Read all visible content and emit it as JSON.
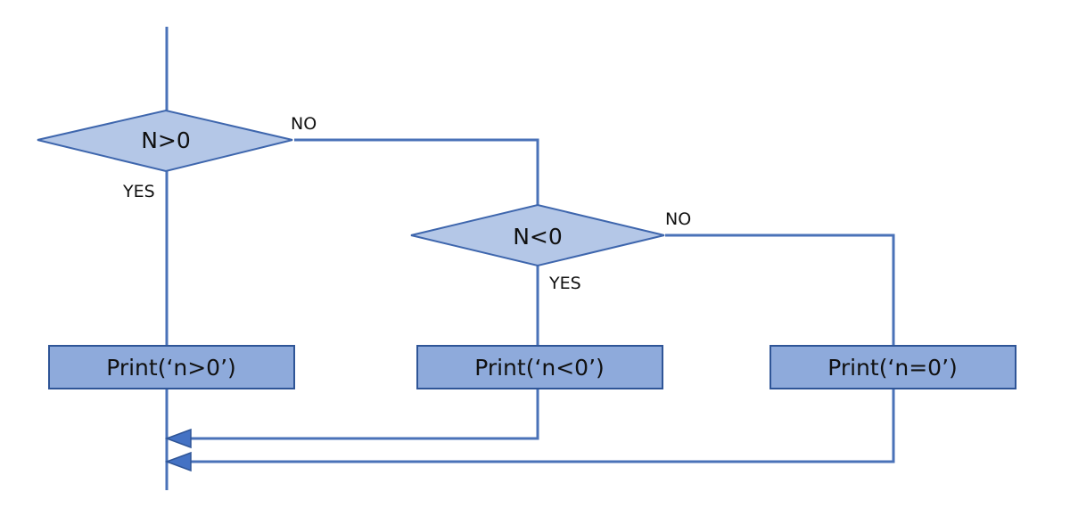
{
  "decisions": {
    "first": {
      "condition": "N>0",
      "yes_label": "YES",
      "no_label": "NO"
    },
    "second": {
      "condition": "N<0",
      "yes_label": "YES",
      "no_label": "NO"
    }
  },
  "processes": {
    "positive": "Print(‘n>0’)",
    "negative": "Print(‘n<0’)",
    "zero": "Print(‘n=0’)"
  },
  "colors": {
    "line": "#4a72b8",
    "decision_fill": "#b4c7e7",
    "process_fill": "#8eaadb",
    "outline": "#2f5597"
  }
}
